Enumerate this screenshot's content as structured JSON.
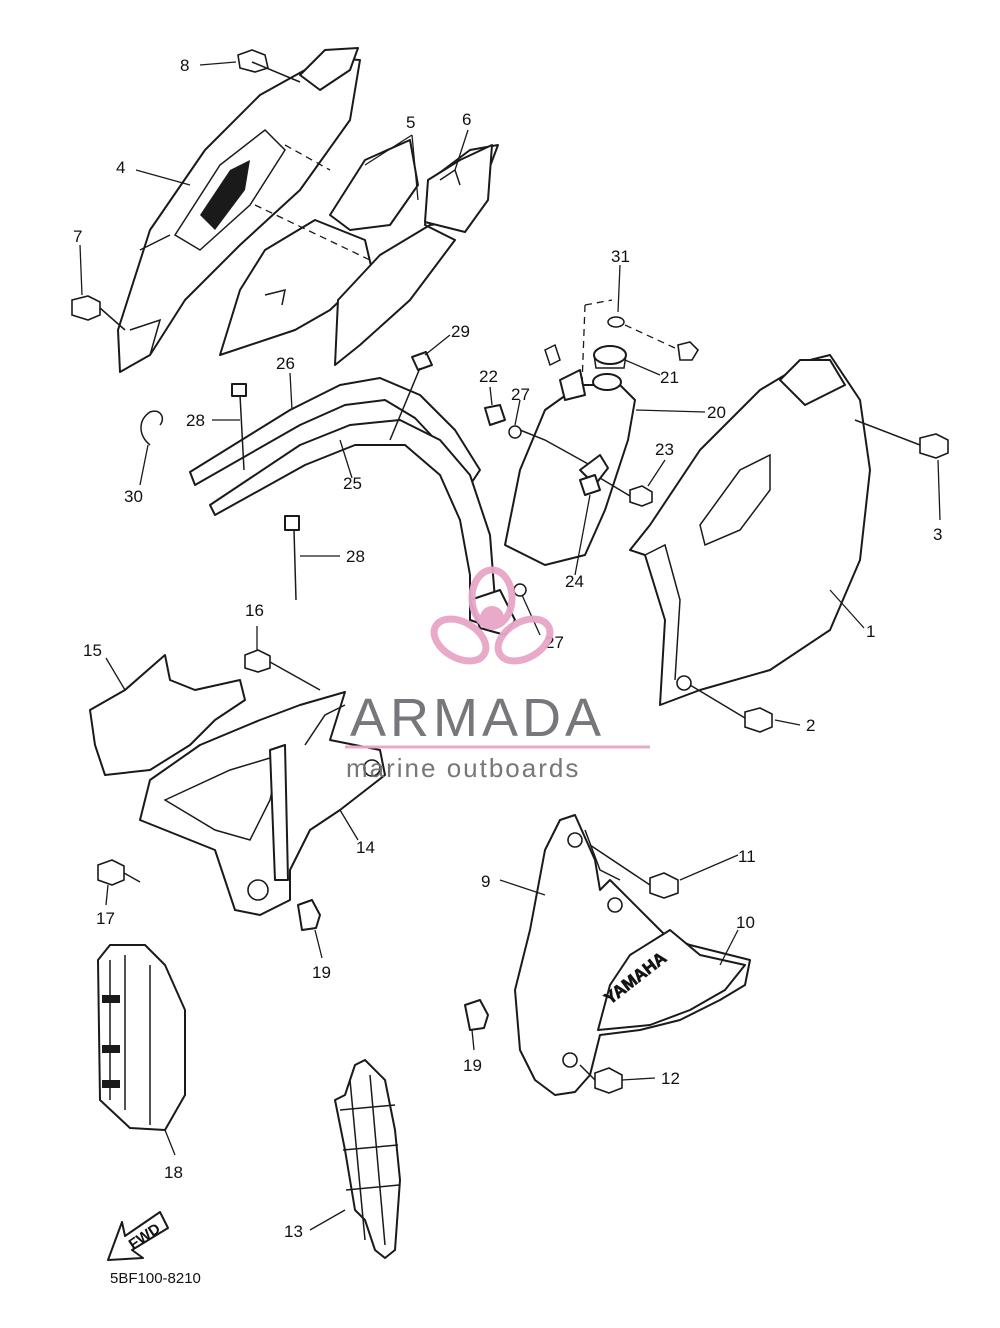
{
  "diagram": {
    "callouts": [
      "1",
      "2",
      "3",
      "4",
      "5",
      "6",
      "7",
      "8",
      "9",
      "10",
      "11",
      "12",
      "13",
      "14",
      "15",
      "16",
      "17",
      "18",
      "19",
      "19",
      "20",
      "21",
      "22",
      "23",
      "24",
      "25",
      "26",
      "27",
      "27",
      "28",
      "28",
      "29",
      "30",
      "31"
    ],
    "drawing_code": "5BF100-8210",
    "fwd_label": "FWD",
    "decal_text": "YAMAHA"
  },
  "watermark": {
    "brand": "ARMADA",
    "tagline": "marine outboards",
    "logo_icon": "propeller-icon",
    "colors": {
      "logo": "#e8a6c8",
      "text": "#6f6f74",
      "rule": "#e8a6c8"
    }
  }
}
